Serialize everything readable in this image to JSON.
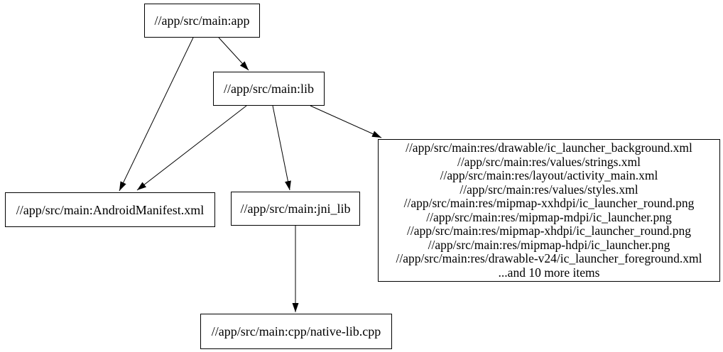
{
  "diagram": {
    "type": "dependency-graph",
    "background_color": "#ffffff",
    "node_border_color": "#000000",
    "node_fill_color": "#ffffff",
    "edge_color": "#000000",
    "text_color": "#000000"
  },
  "nodes": {
    "app": {
      "label": "//app/src/main:app"
    },
    "lib": {
      "label": "//app/src/main:lib"
    },
    "manifest": {
      "label": "//app/src/main:AndroidManifest.xml"
    },
    "jni_lib": {
      "label": "//app/src/main:jni_lib"
    },
    "resources": {
      "lines": [
        "//app/src/main:res/drawable/ic_launcher_background.xml",
        "//app/src/main:res/values/strings.xml",
        "//app/src/main:res/layout/activity_main.xml",
        "//app/src/main:res/values/styles.xml",
        "//app/src/main:res/mipmap-xxhdpi/ic_launcher_round.png",
        "//app/src/main:res/mipmap-mdpi/ic_launcher.png",
        "//app/src/main:res/mipmap-xhdpi/ic_launcher_round.png",
        "//app/src/main:res/mipmap-hdpi/ic_launcher.png",
        "//app/src/main:res/drawable-v24/ic_launcher_foreground.xml",
        "...and 10 more items"
      ]
    },
    "native_lib": {
      "label": "//app/src/main:cpp/native-lib.cpp"
    }
  },
  "edges": [
    {
      "from": "//app/src/main:app",
      "to": "//app/src/main:lib"
    },
    {
      "from": "//app/src/main:app",
      "to": "//app/src/main:AndroidManifest.xml"
    },
    {
      "from": "//app/src/main:lib",
      "to": "//app/src/main:AndroidManifest.xml"
    },
    {
      "from": "//app/src/main:lib",
      "to": "//app/src/main:jni_lib"
    },
    {
      "from": "//app/src/main:lib",
      "to": "resources-group"
    },
    {
      "from": "//app/src/main:jni_lib",
      "to": "//app/src/main:cpp/native-lib.cpp"
    }
  ]
}
